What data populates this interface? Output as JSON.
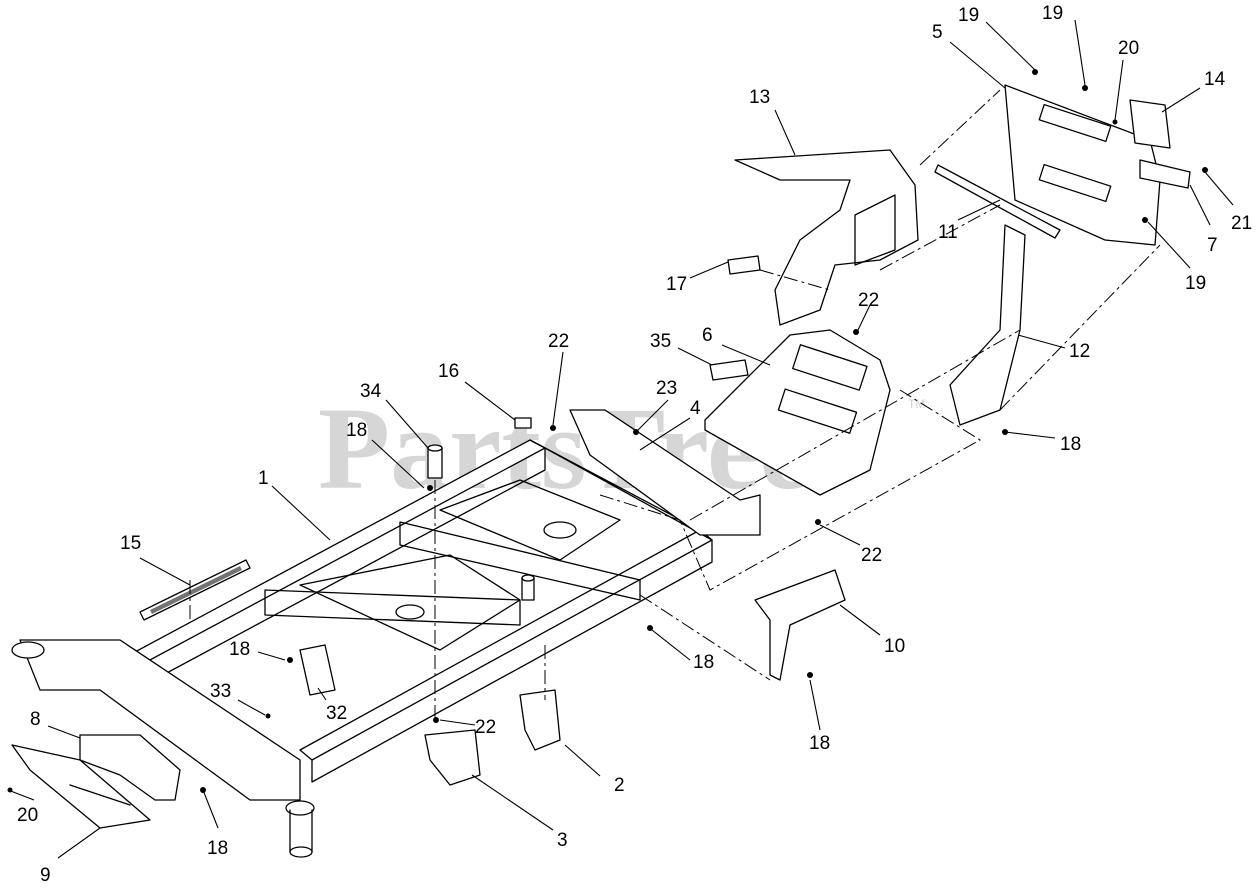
{
  "watermark": {
    "text": "PartsTree",
    "tm": "TM"
  },
  "callouts": [
    {
      "id": "c1",
      "text": "1"
    },
    {
      "id": "c2",
      "text": "2"
    },
    {
      "id": "c3",
      "text": "3"
    },
    {
      "id": "c4",
      "text": "4"
    },
    {
      "id": "c5",
      "text": "5"
    },
    {
      "id": "c6",
      "text": "6"
    },
    {
      "id": "c7",
      "text": "7"
    },
    {
      "id": "c8",
      "text": "8"
    },
    {
      "id": "c9",
      "text": "9"
    },
    {
      "id": "c10",
      "text": "10"
    },
    {
      "id": "c11",
      "text": "11"
    },
    {
      "id": "c12",
      "text": "12"
    },
    {
      "id": "c13",
      "text": "13"
    },
    {
      "id": "c14",
      "text": "14"
    },
    {
      "id": "c15",
      "text": "15"
    },
    {
      "id": "c16",
      "text": "16"
    },
    {
      "id": "c17",
      "text": "17"
    },
    {
      "id": "c18a",
      "text": "18"
    },
    {
      "id": "c18b",
      "text": "18"
    },
    {
      "id": "c18c",
      "text": "18"
    },
    {
      "id": "c18d",
      "text": "18"
    },
    {
      "id": "c18e",
      "text": "18"
    },
    {
      "id": "c18f",
      "text": "18"
    },
    {
      "id": "c19a",
      "text": "19"
    },
    {
      "id": "c19b",
      "text": "19"
    },
    {
      "id": "c19c",
      "text": "19"
    },
    {
      "id": "c20a",
      "text": "20"
    },
    {
      "id": "c20b",
      "text": "20"
    },
    {
      "id": "c21",
      "text": "21"
    },
    {
      "id": "c22a",
      "text": "22"
    },
    {
      "id": "c22b",
      "text": "22"
    },
    {
      "id": "c22c",
      "text": "22"
    },
    {
      "id": "c22d",
      "text": "22"
    },
    {
      "id": "c23",
      "text": "23"
    },
    {
      "id": "c32",
      "text": "32"
    },
    {
      "id": "c33",
      "text": "33"
    },
    {
      "id": "c34",
      "text": "34"
    },
    {
      "id": "c35",
      "text": "35"
    }
  ]
}
